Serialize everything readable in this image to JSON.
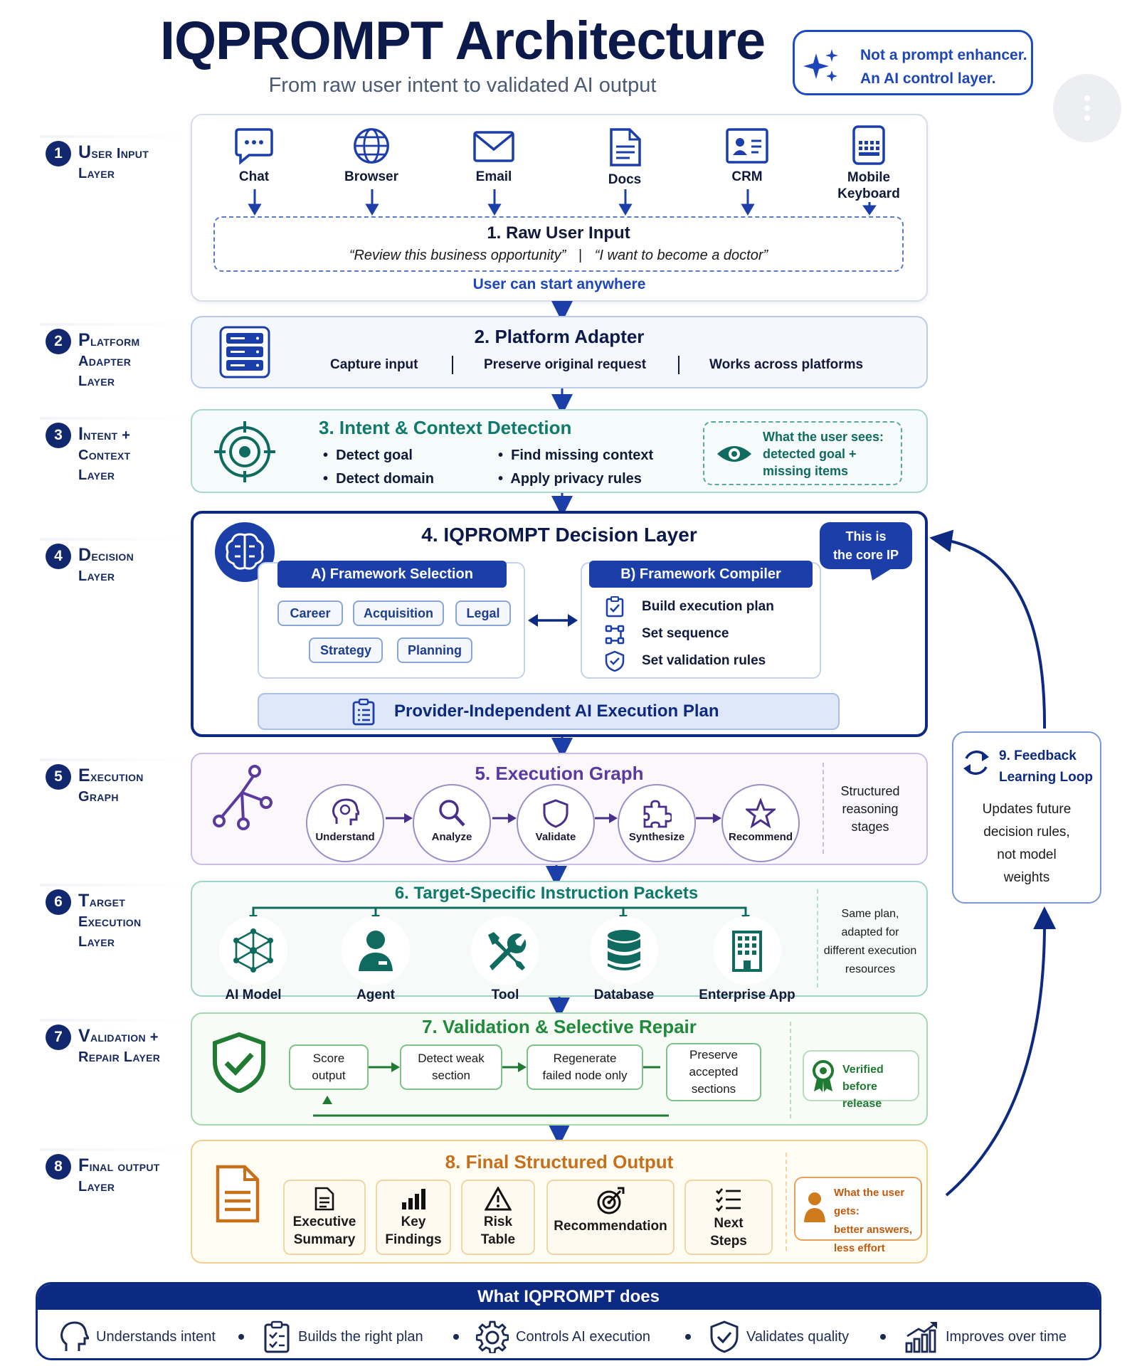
{
  "header": {
    "title": "IQPROMPT Architecture",
    "subtitle": "From raw user intent to validated AI output",
    "badge_line1": "Not a prompt enhancer.",
    "badge_line2": "An AI control layer."
  },
  "layers": [
    {
      "num": "1",
      "line1": "User Input",
      "line2": "Layer",
      "line3": ""
    },
    {
      "num": "2",
      "line1": "Platform",
      "line2": "Adapter",
      "line3": "Layer"
    },
    {
      "num": "3",
      "line1": "Intent +",
      "line2": "Context",
      "line3": "Layer"
    },
    {
      "num": "4",
      "line1": "Decision",
      "line2": "Layer",
      "line3": ""
    },
    {
      "num": "5",
      "line1": "Execution",
      "line2": "Graph",
      "line3": ""
    },
    {
      "num": "6",
      "line1": "Target",
      "line2": "Execution",
      "line3": "Layer"
    },
    {
      "num": "7",
      "line1": "Validation +",
      "line2": "Repair Layer",
      "line3": ""
    },
    {
      "num": "8",
      "line1": "Final output",
      "line2": "Layer",
      "line3": ""
    }
  ],
  "input_layer": {
    "channels": [
      {
        "label": "Chat",
        "icon": "chat-icon"
      },
      {
        "label": "Browser",
        "icon": "globe-icon"
      },
      {
        "label": "Email",
        "icon": "envelope-icon"
      },
      {
        "label": "Docs",
        "icon": "document-icon"
      },
      {
        "label": "CRM",
        "icon": "contact-card-icon"
      },
      {
        "label": "Mobile",
        "label2": "Keyboard",
        "icon": "keyboard-icon"
      }
    ],
    "raw_title": "1. Raw User Input",
    "example1": "“Review this business opportunity”",
    "divider": "|",
    "example2": "“I want to become a doctor”",
    "note": "User can start anywhere"
  },
  "platform_adapter": {
    "title": "2. Platform Adapter",
    "items": [
      "Capture input",
      "Preserve original request",
      "Works across platforms"
    ]
  },
  "intent_layer": {
    "title": "3. Intent & Context Detection",
    "bullets": [
      "Detect goal",
      "Detect domain",
      "Find missing context",
      "Apply privacy rules"
    ],
    "user_sees_line1": "What the user sees:",
    "user_sees_line2": "detected goal +",
    "user_sees_line3": "missing items"
  },
  "decision_layer": {
    "title": "4. IQPROMPT Decision Layer",
    "core_line1": "This is",
    "core_line2": "the core IP",
    "selection_title": "A) Framework Selection",
    "frameworks": [
      "Career",
      "Acquisition",
      "Legal",
      "Strategy",
      "Planning"
    ],
    "compiler_title": "B) Framework Compiler",
    "compiler_items": [
      "Build execution plan",
      "Set sequence",
      "Set validation rules"
    ],
    "plan_label": "Provider-Independent AI Execution Plan"
  },
  "execution_graph": {
    "title": "5. Execution Graph",
    "stages": [
      "Understand",
      "Analyze",
      "Validate",
      "Synthesize",
      "Recommend"
    ],
    "note_line1": "Structured",
    "note_line2": "reasoning",
    "note_line3": "stages"
  },
  "target_layer": {
    "title": "6. Target-Specific Instruction Packets",
    "targets": [
      "AI Model",
      "Agent",
      "Tool",
      "Database",
      "Enterprise App"
    ],
    "note_line1": "Same plan,",
    "note_line2": "adapted for",
    "note_line3": "different execution",
    "note_line4": "resources"
  },
  "validation_layer": {
    "title": "7. Validation & Selective Repair",
    "steps": [
      {
        "l1": "Score",
        "l2": "output",
        "l3": ""
      },
      {
        "l1": "Detect weak",
        "l2": "section",
        "l3": ""
      },
      {
        "l1": "Regenerate",
        "l2": "failed node only",
        "l3": ""
      },
      {
        "l1": "Preserve",
        "l2": "accepted",
        "l3": "sections"
      }
    ],
    "verified_line1": "Verified",
    "verified_line2": "before release"
  },
  "output_layer": {
    "title": "8. Final Structured Output",
    "outputs": [
      {
        "l1": "Executive",
        "l2": "Summary"
      },
      {
        "l1": "Key",
        "l2": "Findings"
      },
      {
        "l1": "Risk",
        "l2": "Table"
      },
      {
        "l1": "Recommendation",
        "l2": ""
      },
      {
        "l1": "Next",
        "l2": "Steps"
      }
    ],
    "gets_line1": "What the user gets:",
    "gets_line2": "better answers,",
    "gets_line3": "less effort"
  },
  "feedback": {
    "title_line1": "9. Feedback",
    "title_line2": "Learning Loop",
    "desc_line1": "Updates future",
    "desc_line2": "decision rules,",
    "desc_line3": "not model",
    "desc_line4": "weights"
  },
  "footer": {
    "heading": "What IQPROMPT does",
    "items": [
      "Understands intent",
      "Builds the right plan",
      "Controls AI execution",
      "Validates quality",
      "Improves over time"
    ]
  },
  "colors": {
    "navy": "#0d2a83",
    "blue": "#1b3ea8",
    "teal": "#0f7a6c",
    "purple": "#5b3aa0",
    "green": "#1f8a3a",
    "orange": "#c7701a"
  }
}
